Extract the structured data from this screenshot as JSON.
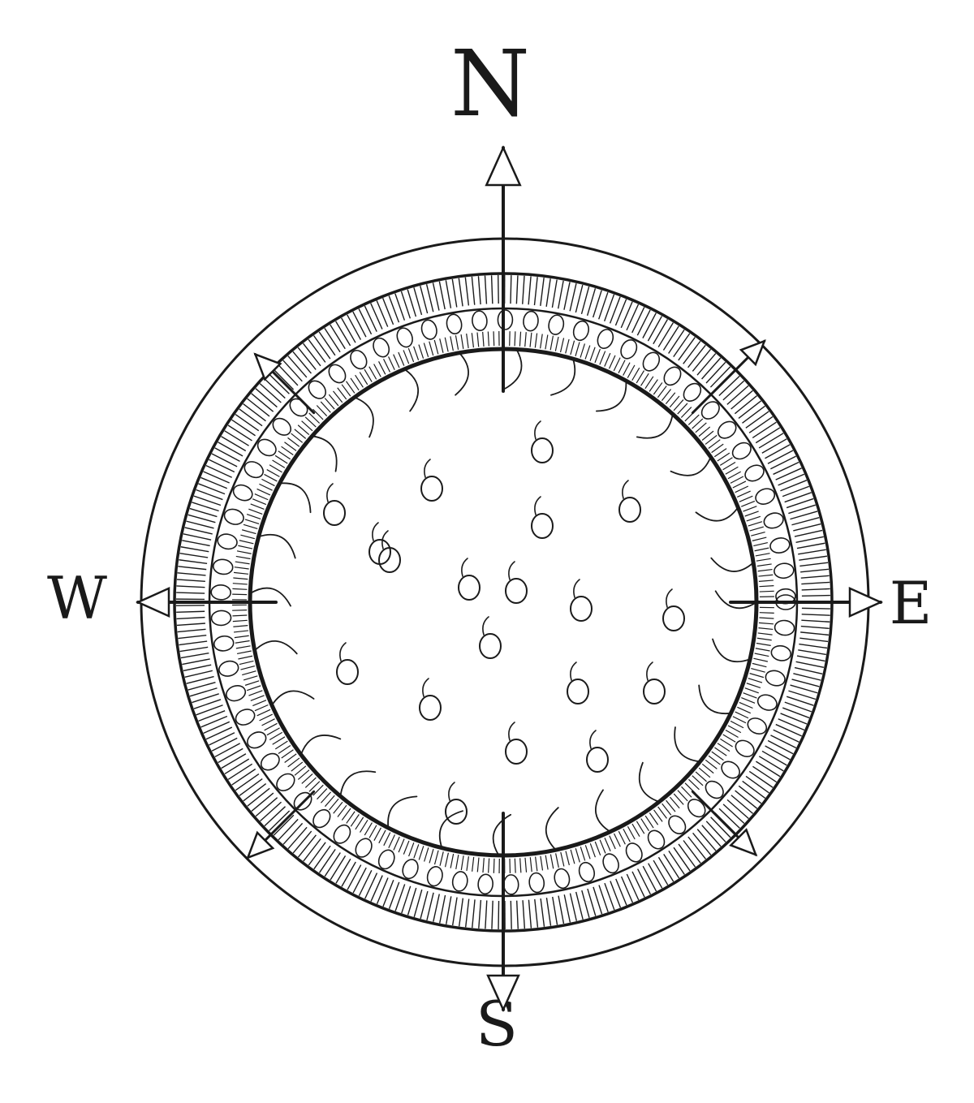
{
  "drawing": {
    "labels": {
      "north": "N",
      "south": "S",
      "east": "E",
      "west": "W"
    },
    "ink_color": "#1a1a1a",
    "paper_color": "#ffffff"
  }
}
